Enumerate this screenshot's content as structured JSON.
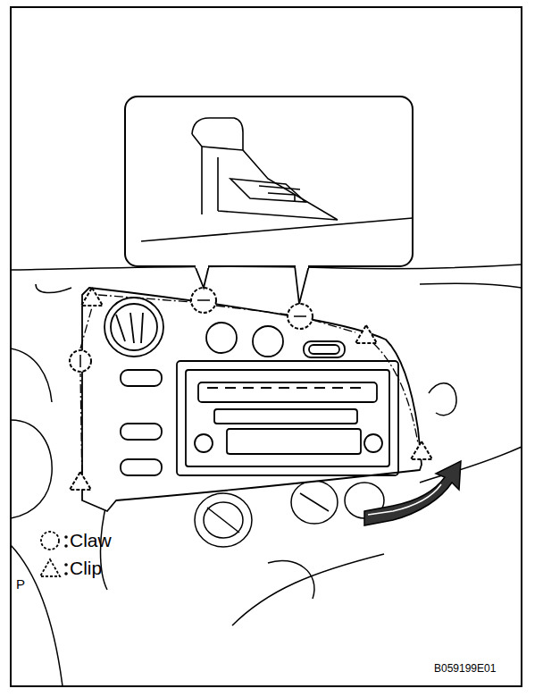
{
  "diagram": {
    "labels": [
      "P",
      "B059199E01"
    ],
    "legend": [
      {
        "text": "Claw"
      },
      {
        "text": "Clip"
      }
    ]
  }
}
